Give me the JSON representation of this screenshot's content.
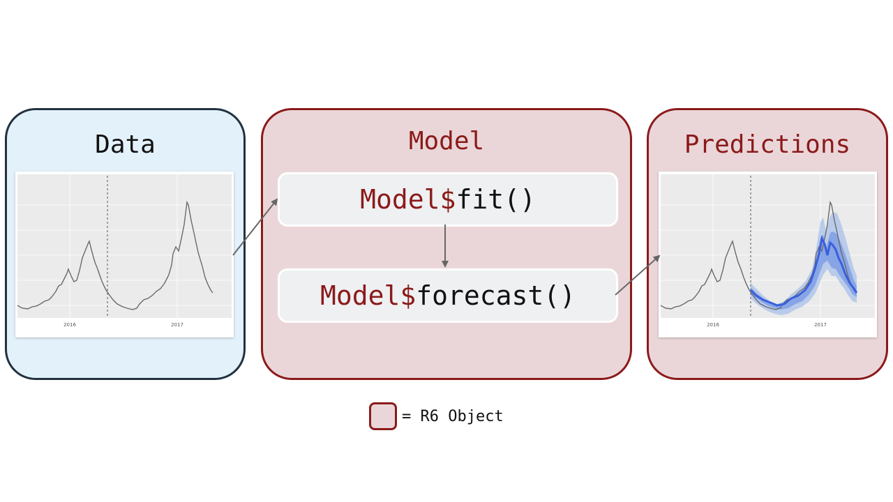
{
  "colors": {
    "r6_border": "#8b1a1a",
    "r6_fill": "#ead6d8",
    "data_border": "#23313f",
    "data_fill": "#e3f1fb",
    "method_fill": "#eef0f2",
    "forecast_line": "#3a5fdc",
    "forecast_band": "#8fb0ea",
    "series_line": "#6a6a6a",
    "arrow": "#666666"
  },
  "panels": {
    "data": {
      "title": "Data"
    },
    "model": {
      "title": "Model"
    },
    "predictions": {
      "title": "Predictions"
    }
  },
  "methods": {
    "fit": {
      "object": "Model$",
      "call": "fit()"
    },
    "forecast": {
      "object": "Model$",
      "call": "forecast()"
    }
  },
  "charts": {
    "x_ticks": [
      "2016",
      "2017"
    ]
  },
  "legend": {
    "label": "= R6 Object"
  }
}
